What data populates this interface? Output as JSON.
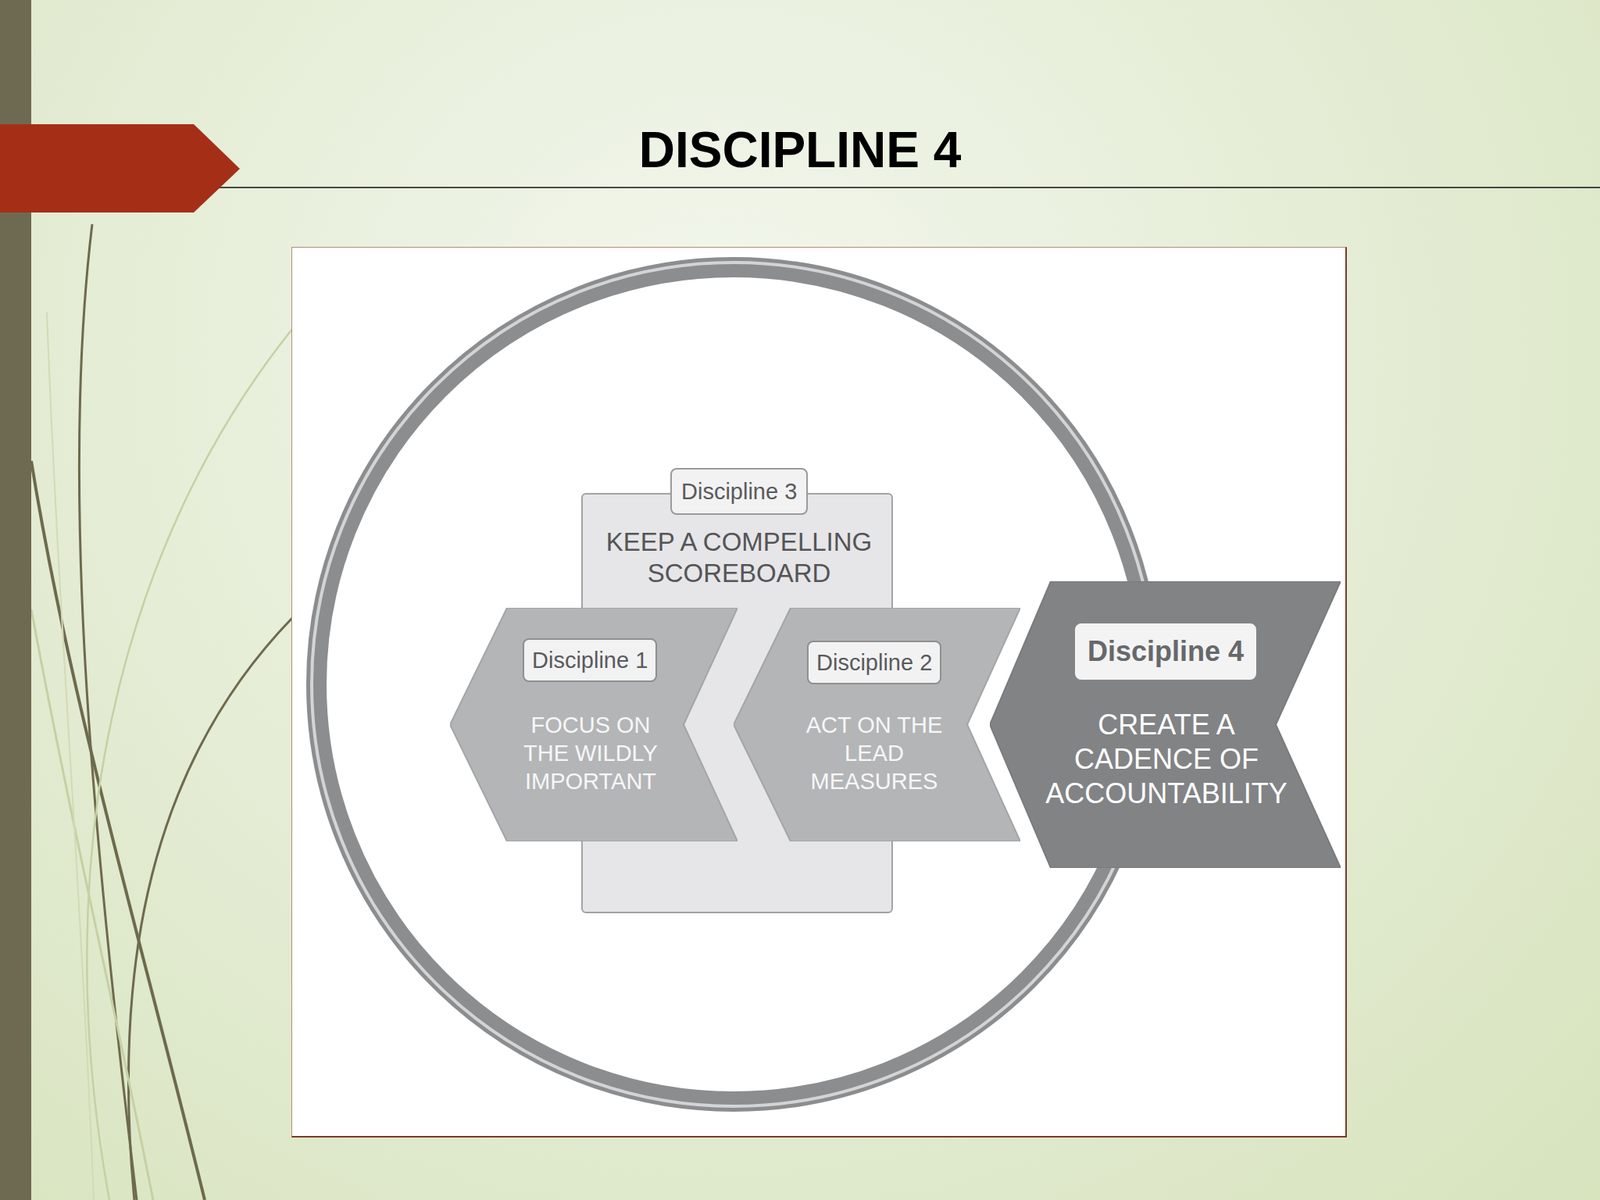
{
  "diagram": {
    "title": "DISCIPLINE 4",
    "nodes": [
      {
        "text": [
          "Discipline 3",
          "KEEP A COMPELLING SCOREBOARD"
        ]
      },
      {
        "text": [
          "Discipline 1",
          "FOCUS ON THE WILDLY IMPORTANT"
        ]
      },
      {
        "text": [
          "Discipline 2",
          "ACT ON THE LEAD MEASURES"
        ]
      },
      {
        "text": [
          "Discipline 4",
          "CREATE A CADENCE OF ACCOUNTABILITY"
        ]
      }
    ]
  }
}
